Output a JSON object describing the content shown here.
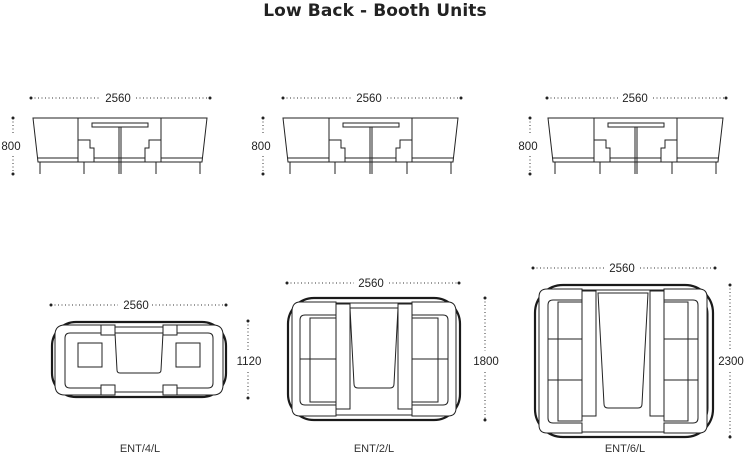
{
  "title": "Low Back - Booth Units",
  "elevations": [
    {
      "width_label": "2560",
      "height_label": "800"
    },
    {
      "width_label": "2560",
      "height_label": "800"
    },
    {
      "width_label": "2560",
      "height_label": "800"
    }
  ],
  "plans": [
    {
      "width_label": "2560",
      "depth_label": "1120",
      "code": "ENT/4/L"
    },
    {
      "width_label": "2560",
      "depth_label": "1800",
      "code": "ENT/2/L"
    },
    {
      "width_label": "2560",
      "depth_label": "2300",
      "code": "ENT/6/L"
    }
  ]
}
